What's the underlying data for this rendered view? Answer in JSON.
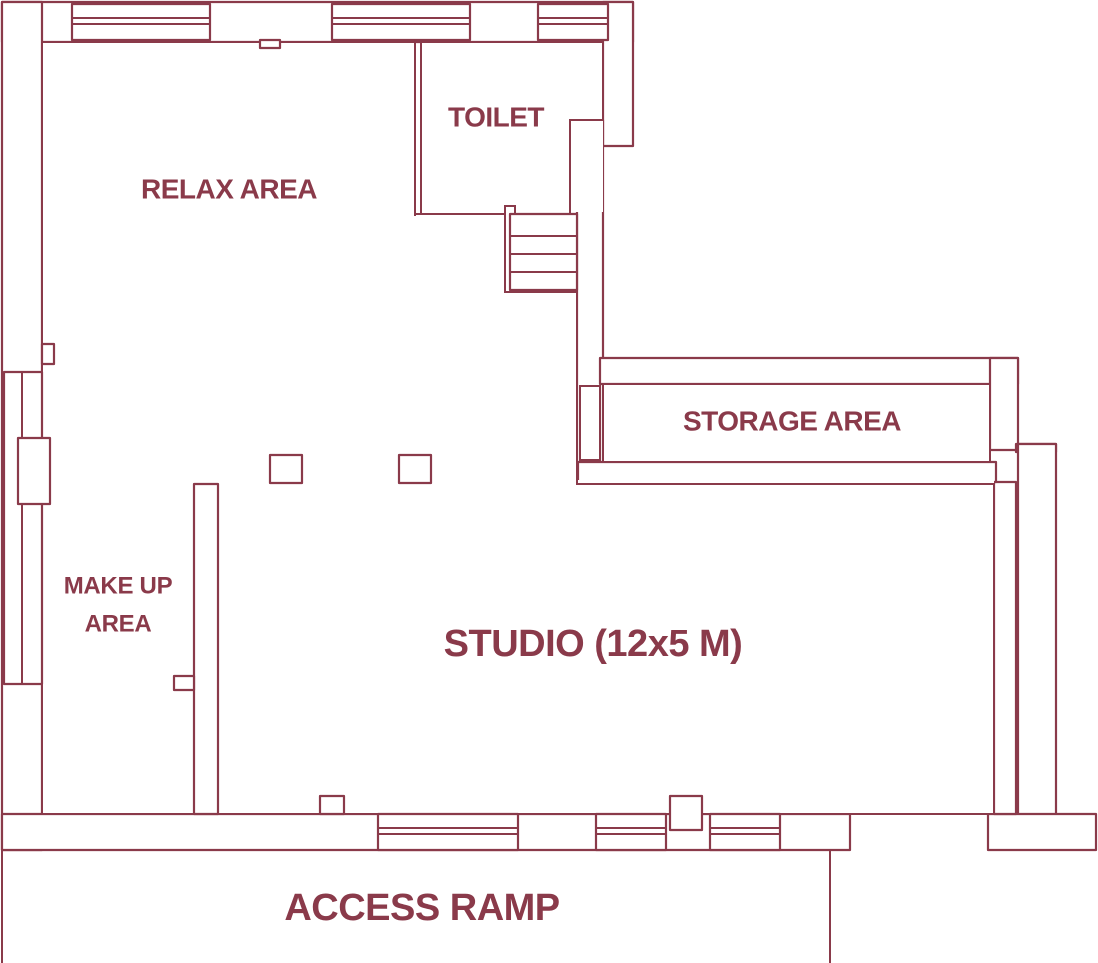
{
  "plan": {
    "colors": {
      "line": "#8a3a4a",
      "background": "#ffffff"
    },
    "rooms": {
      "relax_area": "RELAX AREA",
      "toilet": "TOILET",
      "storage_area": "STORAGE AREA",
      "make_up_line1": "MAKE UP",
      "make_up_line2": "AREA",
      "studio": "STUDIO (12x5 M)",
      "access_ramp": "ACCESS RAMP"
    }
  }
}
